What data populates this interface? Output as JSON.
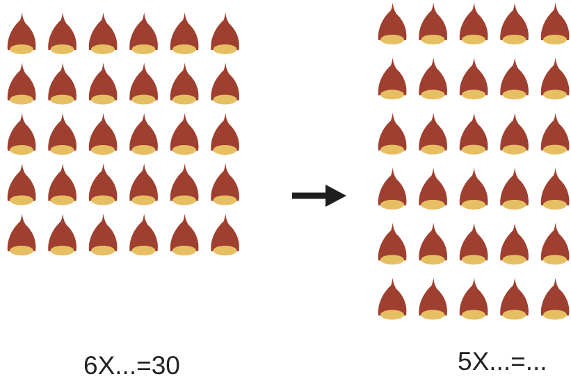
{
  "colors": {
    "chestnut_body": "#9e3f2f",
    "chestnut_base": "#e7bf63",
    "arrow": "#1e1e1e",
    "text": "#222222"
  },
  "left_group": {
    "item": "chestnut-icon",
    "rows": 5,
    "columns": 6,
    "count": 30,
    "caption": "6X...=30"
  },
  "arrow": {
    "icon": "arrow-right-icon"
  },
  "right_group": {
    "item": "chestnut-icon",
    "rows": 6,
    "columns": 5,
    "count": 30,
    "caption": "5X...=..."
  }
}
